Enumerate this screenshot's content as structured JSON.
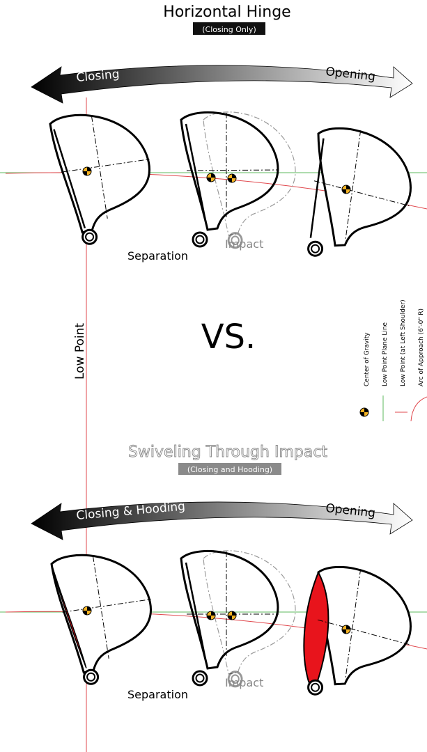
{
  "top": {
    "title": "Horizontal Hinge",
    "subtitle": "(Closing Only)",
    "arrow_left": "Closing",
    "arrow_right": "Opening",
    "separation": "Separation",
    "impact": "Impact"
  },
  "bottom": {
    "title": "Swiveling Through Impact",
    "subtitle": "(Closing and Hooding)",
    "arrow_left": "Closing & Hooding",
    "arrow_right": "Opening",
    "separation": "Separation",
    "impact": "Impact"
  },
  "center": {
    "vs": "VS.",
    "low_point": "Low Point"
  },
  "legend": [
    {
      "label": "Center of Gravity",
      "icon": "cg-marker-icon"
    },
    {
      "label": "Low Point Plane Line",
      "icon": "green-line-icon"
    },
    {
      "label": "Low Point (at Left Shoulder)",
      "icon": "red-line-icon"
    },
    {
      "label": "Arc of Approach (6'-0\" R)",
      "icon": "red-arc-icon"
    }
  ],
  "colors": {
    "green": "#5cb85c",
    "red": "#e0474c",
    "cg_yellow": "#f5b323",
    "face_red": "#e8141c",
    "subtitle_bottom_bg": "#8a8a8a"
  }
}
